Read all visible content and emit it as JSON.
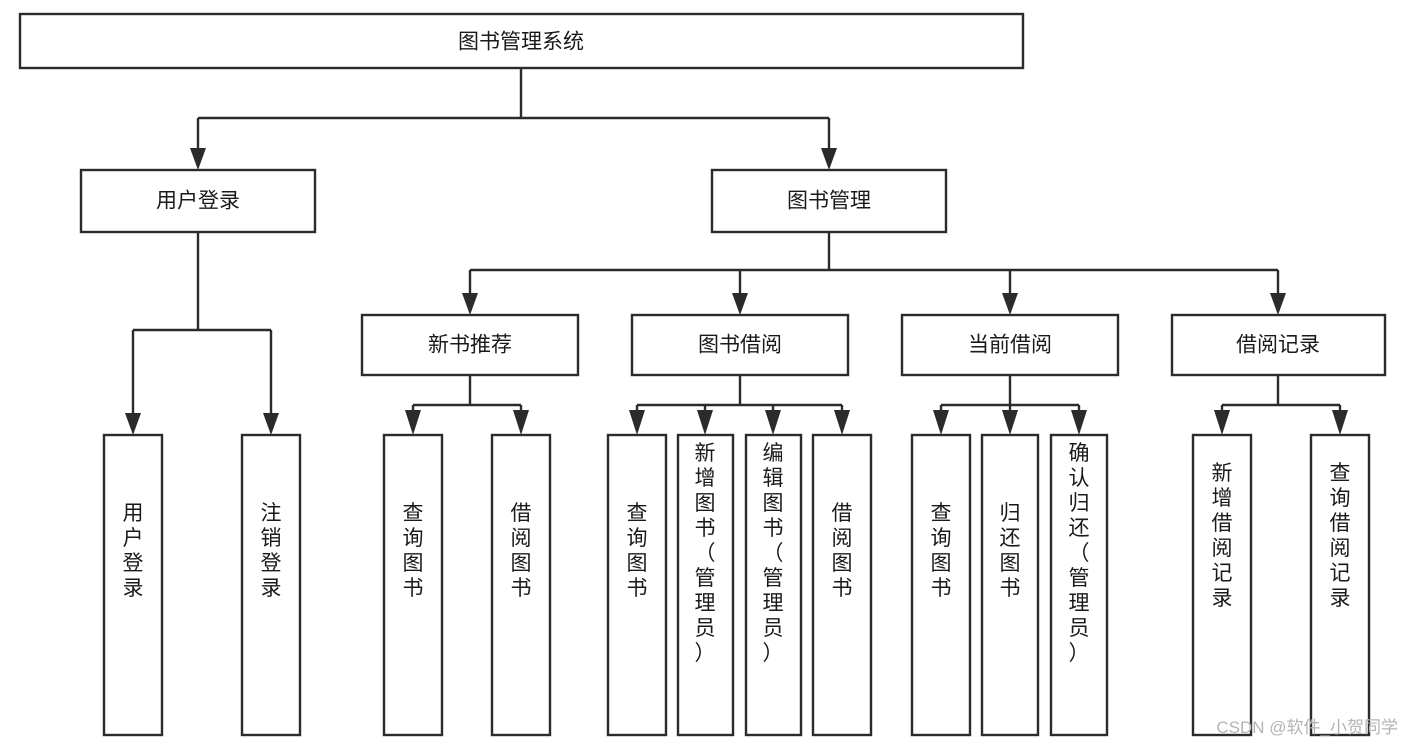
{
  "diagram": {
    "title_node": {
      "id": "root",
      "label": "图书管理系统"
    },
    "level2": [
      {
        "id": "user-login",
        "label": "用户登录"
      },
      {
        "id": "book-manage",
        "label": "图书管理"
      }
    ],
    "level3": [
      {
        "id": "new-book-recommend",
        "label": "新书推荐"
      },
      {
        "id": "book-borrow",
        "label": "图书借阅"
      },
      {
        "id": "current-borrow",
        "label": "当前借阅"
      },
      {
        "id": "borrow-record",
        "label": "借阅记录"
      }
    ],
    "leaves": [
      {
        "id": "leaf-user-login",
        "parent": "user-login",
        "label": "用户登录"
      },
      {
        "id": "leaf-logout-login",
        "parent": "user-login",
        "label": "注销登录"
      },
      {
        "id": "leaf-query-book-1",
        "parent": "new-book-recommend",
        "label": "查询图书"
      },
      {
        "id": "leaf-borrow-book-1",
        "parent": "new-book-recommend",
        "label": "借阅图书"
      },
      {
        "id": "leaf-query-book-2",
        "parent": "book-borrow",
        "label": "查询图书"
      },
      {
        "id": "leaf-add-book",
        "parent": "book-borrow",
        "label": "新增图书（管理员）"
      },
      {
        "id": "leaf-edit-book",
        "parent": "book-borrow",
        "label": "编辑图书（管理员）"
      },
      {
        "id": "leaf-borrow-book-2",
        "parent": "book-borrow",
        "label": "借阅图书"
      },
      {
        "id": "leaf-query-book-3",
        "parent": "current-borrow",
        "label": "查询图书"
      },
      {
        "id": "leaf-return-book",
        "parent": "current-borrow",
        "label": "归还图书"
      },
      {
        "id": "leaf-confirm-return",
        "parent": "current-borrow",
        "label": "确认归还（管理员）"
      },
      {
        "id": "leaf-add-record",
        "parent": "borrow-record",
        "label": "新增借阅记录"
      },
      {
        "id": "leaf-query-record",
        "parent": "borrow-record",
        "label": "查询借阅记录"
      }
    ]
  },
  "watermark": {
    "text": "CSDN @软件_小贺同学"
  },
  "colors": {
    "box_stroke": "#2b2b2b",
    "box_fill": "#ffffff",
    "text": "#1a1a1a",
    "watermark": "#b4b4b4",
    "background": "#ffffff"
  }
}
